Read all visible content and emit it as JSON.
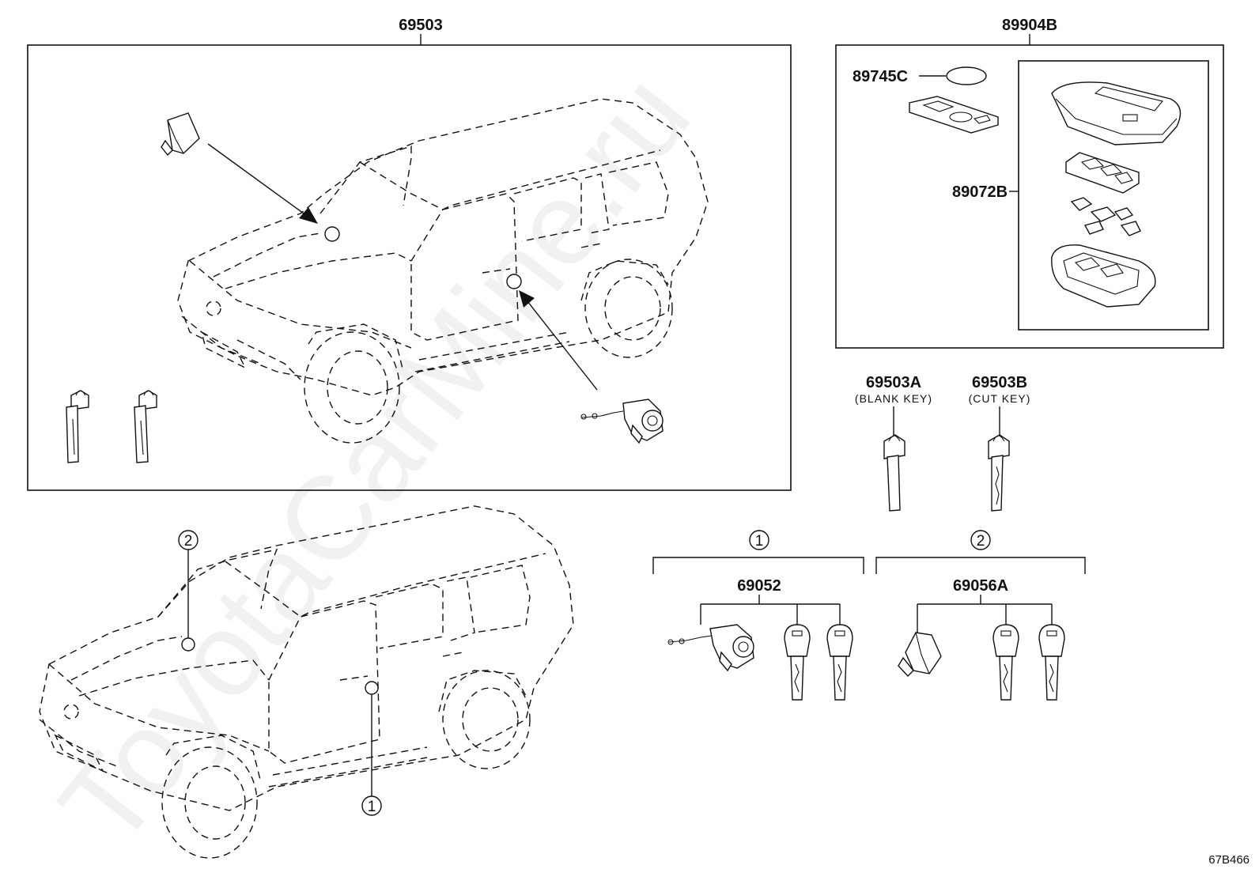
{
  "labels": {
    "p69503": "69503",
    "p89904B": "89904B",
    "p89745C": "89745C",
    "p89072B": "89072B",
    "p69503A": "69503A",
    "p69503A_note": "(BLANK KEY)",
    "p69503B": "69503B",
    "p69503B_note": "(CUT KEY)",
    "p69052": "69052",
    "p69056A": "69056A"
  },
  "callouts": {
    "one": "1",
    "two": "2"
  },
  "diagram_code": "67B466",
  "watermark": "ToyotaCarMine.ru"
}
